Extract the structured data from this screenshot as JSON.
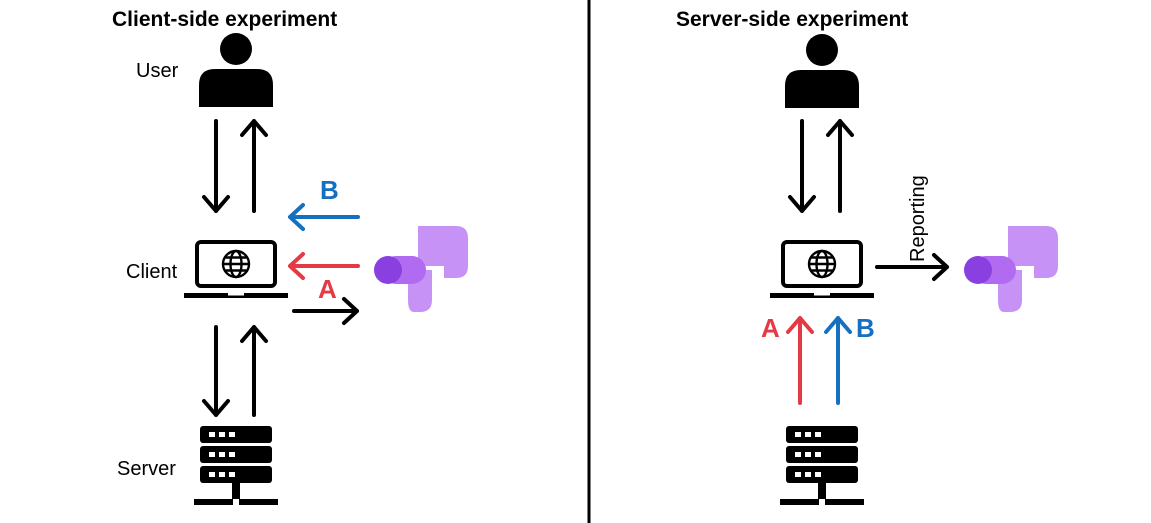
{
  "colors": {
    "ink": "#000000",
    "variant_a": "#E63946",
    "variant_b": "#1570C0",
    "logo_light": "#C792F5",
    "logo_dark": "#8A3FE0"
  },
  "client_side": {
    "title": "Client-side experiment",
    "nodes": {
      "user": {
        "label": "User",
        "icon": "person-icon"
      },
      "client": {
        "label": "Client",
        "icon": "laptop-globe-icon"
      },
      "server": {
        "label": "Server",
        "icon": "server-rack-icon"
      }
    },
    "flags": {
      "variant_b": "B",
      "variant_a": "A"
    },
    "logo": "google-optimize-logo"
  },
  "server_side": {
    "title": "Server-side experiment",
    "reporting_label": "Reporting",
    "flags": {
      "variant_a": "A",
      "variant_b": "B"
    },
    "logo": "google-optimize-logo"
  }
}
